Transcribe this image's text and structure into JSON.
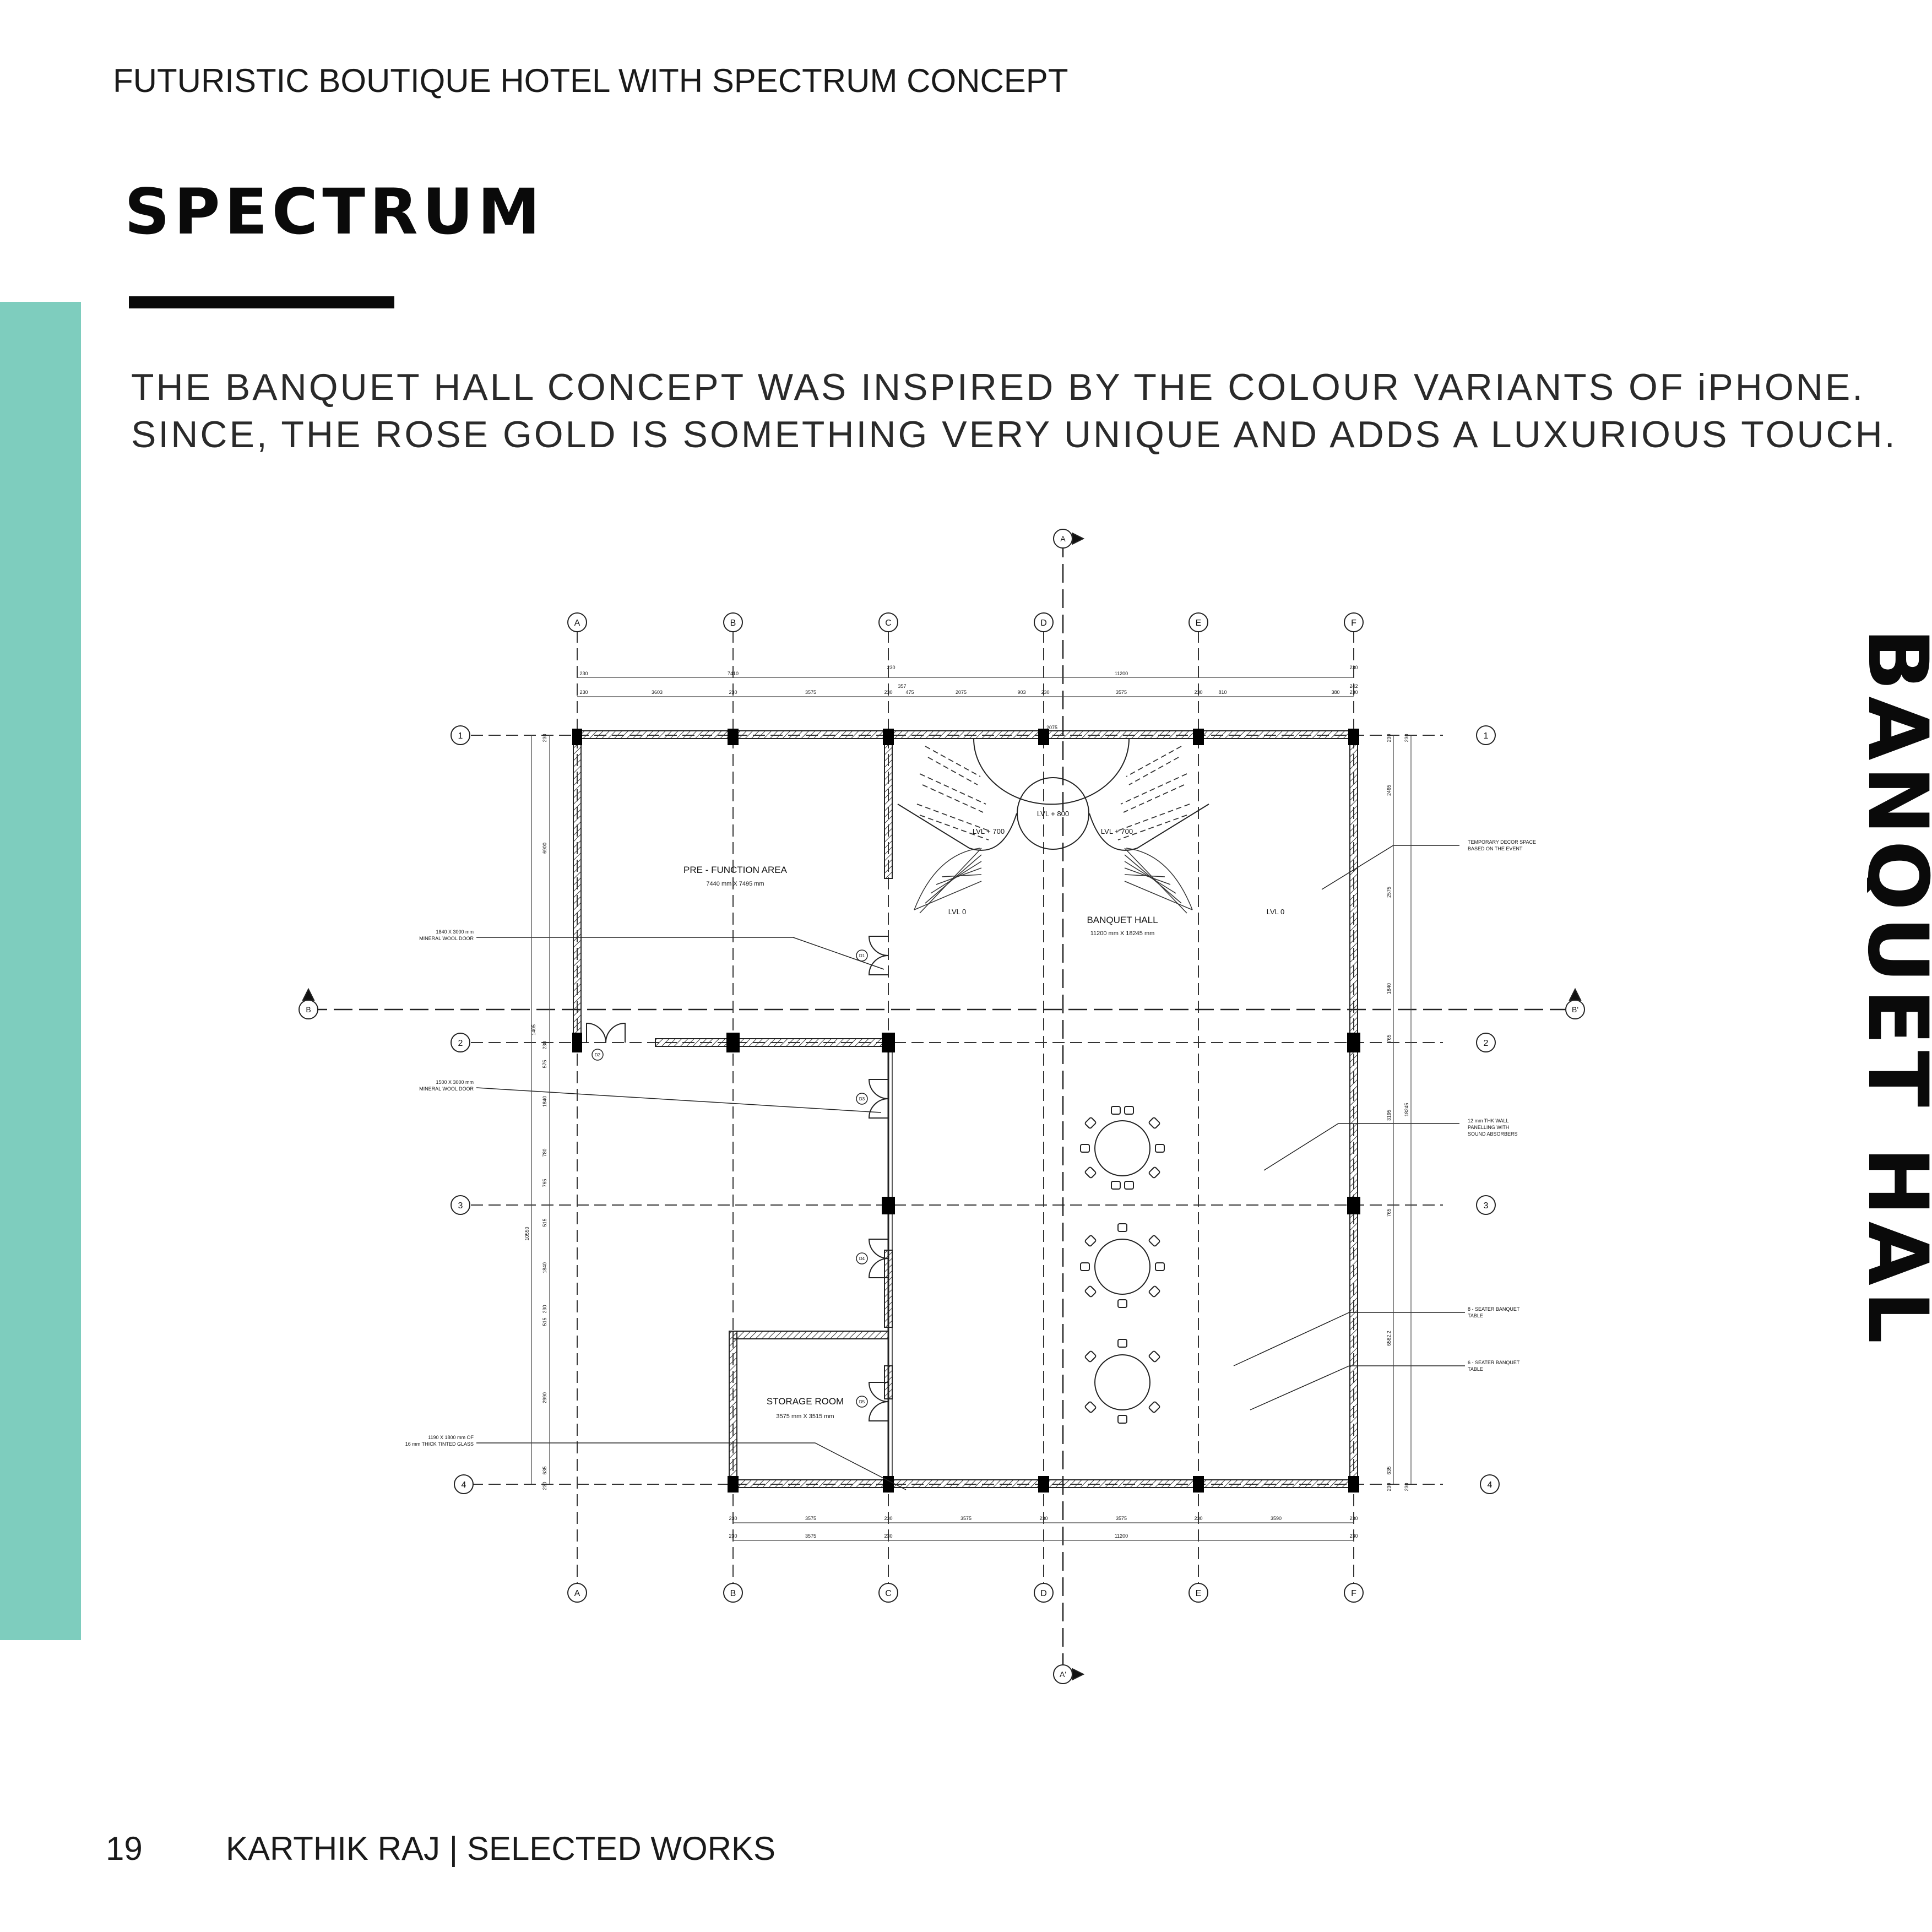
{
  "header": {
    "project_title": "FUTURISTIC BOUTIQUE HOTEL WITH SPECTRUM CONCEPT",
    "page_heading": "SPECTRUM",
    "accent_color": "#7ecdbe"
  },
  "description": {
    "line1": "THE BANQUET HALL CONCEPT WAS INSPIRED BY THE COLOUR VARIANTS OF iPHONE.",
    "line2": "SINCE, THE ROSE GOLD IS SOMETHING VERY UNIQUE AND ADDS A LUXURIOUS TOUCH."
  },
  "side_title": "BANQUET HALL",
  "plan": {
    "column_grid_labels": [
      "A",
      "B",
      "C",
      "D",
      "E",
      "F"
    ],
    "row_grid_labels": [
      "1",
      "2",
      "3",
      "4"
    ],
    "section_marks": {
      "a": "A",
      "a_prime": "A'",
      "b": "B",
      "b_prime": "B'"
    },
    "rooms": {
      "pre_function": {
        "name": "PRE - FUNCTION AREA",
        "size": "7440 mm X 7495 mm"
      },
      "banquet_hall": {
        "name": "BANQUET HALL",
        "size": "11200 mm X 18245 mm"
      },
      "storage_room": {
        "name": "STORAGE ROOM",
        "size": "3575 mm X 3515 mm"
      }
    },
    "levels": {
      "center": "LVL + 800",
      "left_upper": "LVL + 700",
      "right_upper": "LVL + 700",
      "left_lower": "LVL 0",
      "right_lower": "LVL 0"
    },
    "door_tags": {
      "d1": "D1",
      "d2": "D2",
      "d3": "D3",
      "d4": "D4",
      "d5": "D5"
    },
    "callouts": {
      "door_1": [
        "1840 X 3000 mm",
        "MINERAL WOOL DOOR"
      ],
      "door_2": [
        "1500 X 3000 mm",
        "MINERAL WOOL DOOR"
      ],
      "glass": [
        "1190 X 1800 mm OF",
        "16 mm THICK TINTED GLASS"
      ],
      "decor": [
        "TEMPORARY DECOR SPACE",
        "BASED ON THE EVENT"
      ],
      "panelling": [
        "12 mm THK WALL",
        "PANELLING WITH",
        "SOUND ABSORBERS"
      ],
      "table_8": [
        "8 - SEATER BANQUET",
        "TABLE"
      ],
      "table_6": [
        "6 - SEATER BANQUET",
        "TABLE"
      ]
    },
    "top_dims_row1": {
      "d1": "230",
      "d2": "7410",
      "d3": "230",
      "d4": "11200",
      "d5": "230"
    },
    "top_dims_row2": {
      "d1": "230",
      "d2": "3603",
      "d3": "230",
      "d4": "3575",
      "d5": "230",
      "d6": "357",
      "d7": "475",
      "d8": "2075",
      "d9": "903",
      "d10": "230",
      "d11": "3575",
      "d12": "230",
      "d13": "810",
      "d14": "380",
      "d15": "230",
      "d16": "242"
    },
    "arc_dim": "2075",
    "bottom_dims_row1": {
      "d1": "230",
      "d2": "3575",
      "d3": "230",
      "d4": "3575",
      "d5": "230",
      "d6": "3575",
      "d7": "230",
      "d8": "3590",
      "d9": "230"
    },
    "bottom_dims_row2": {
      "d1": "230",
      "d2": "3575",
      "d3": "230",
      "d4": "11200",
      "d5": "230"
    },
    "left_dims": {
      "d1": "230",
      "d2": "6900",
      "d3": "1405",
      "d4": "230",
      "d5": "575",
      "d6": "1840",
      "d7": "780",
      "d8": "765",
      "d9": "515",
      "d10": "1840",
      "d11": "230",
      "d12": "515",
      "d13": "2990",
      "d14": "635",
      "d15": "230",
      "d16": "10550"
    },
    "right_dims": {
      "d1": "230",
      "d2": "230",
      "d3": "2465",
      "d4": "2575",
      "d5": "1840",
      "d6": "765",
      "d7": "3195",
      "d8": "18245",
      "d9": "765",
      "d10": "6582.2",
      "d11": "635",
      "d12": "230",
      "d13": "230"
    }
  },
  "footer": {
    "page_number": "19",
    "credit": "KARTHIK RAJ | SELECTED WORKS"
  }
}
